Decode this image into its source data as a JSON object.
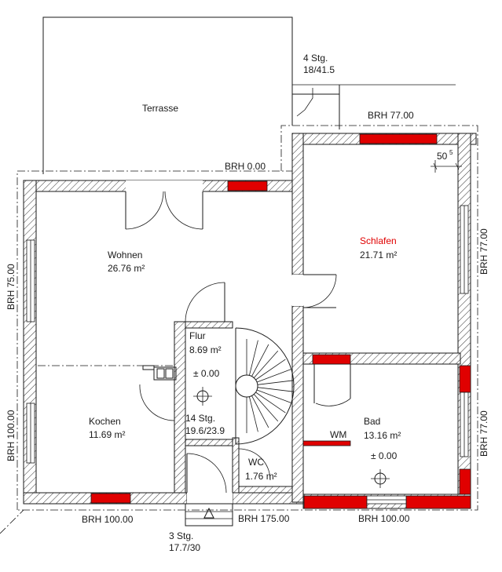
{
  "colors": {
    "fire_wall": "#e00000",
    "lines": "#1a1a1a",
    "background": "#ffffff"
  },
  "rooms": {
    "terrasse": {
      "name": "Terrasse"
    },
    "wohnen": {
      "name": "Wohnen",
      "area": "26.76 m²"
    },
    "schlafen": {
      "name": "Schlafen",
      "area": "21.71 m²"
    },
    "flur": {
      "name": "Flur",
      "area": "8.69 m²",
      "level": "± 0.00"
    },
    "kochen": {
      "name": "Kochen",
      "area": "11.69 m²"
    },
    "bad": {
      "name": "Bad",
      "area": "13.16 m²",
      "level": "± 0.00"
    },
    "wc": {
      "name": "WC",
      "area": "1.76 m²"
    }
  },
  "stairs": {
    "outside_top": {
      "steps": "4 Stg.",
      "ratio": "18/41.5"
    },
    "main": {
      "steps": "14 Stg.",
      "ratio": "19.6/23.9"
    },
    "entrance": {
      "steps": "3 Stg.",
      "ratio": "17.7/30"
    }
  },
  "brh": {
    "top_right": "BRH 77.00",
    "terrace_door": "BRH 0.00",
    "left_upper": "BRH 75.00",
    "left_lower": "BRH 100.00",
    "right_upper": "BRH 77.00",
    "right_lower": "BRH 77.00",
    "bottom_left": "BRH 100.00",
    "bottom_middle": "BRH 175.00",
    "bottom_right": "BRH 100.00"
  },
  "labels": {
    "wm": "WM",
    "dim_base": "50",
    "dim_sup": "5"
  }
}
